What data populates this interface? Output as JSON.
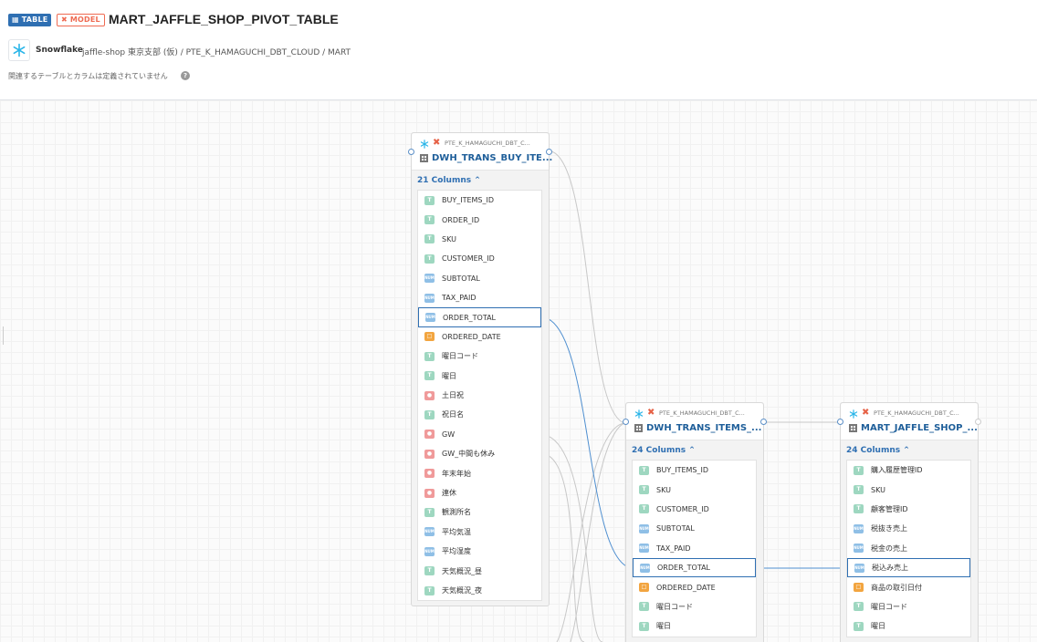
{
  "header": {
    "table_badge": "TABLE",
    "model_badge": "MODEL",
    "title": "MART_JAFFLE_SHOP_PIVOT_TABLE",
    "source_name": "Snowflake",
    "source_path": "jaffle-shop 東京支部 (仮) / PTE_K_HAMAGUCHI_DBT_CLOUD / MART",
    "description": "関連するテーブルとカラムは定義されていません",
    "help_icon": "?"
  },
  "nodes": [
    {
      "schema": "PTE_K_HAMAGUCHI_DBT_C...",
      "name": "DWH_TRANS_BUY_ITE...",
      "columns_label": "21 Columns",
      "columns": [
        {
          "name": "BUY_ITEMS_ID",
          "type": "t",
          "type_label": "T"
        },
        {
          "name": "ORDER_ID",
          "type": "t",
          "type_label": "T"
        },
        {
          "name": "SKU",
          "type": "t",
          "type_label": "T"
        },
        {
          "name": "CUSTOMER_ID",
          "type": "t",
          "type_label": "T"
        },
        {
          "name": "SUBTOTAL",
          "type": "n",
          "type_label": "NUM"
        },
        {
          "name": "TAX_PAID",
          "type": "n",
          "type_label": "NUM"
        },
        {
          "name": "ORDER_TOTAL",
          "type": "n",
          "type_label": "NUM",
          "selected": true
        },
        {
          "name": "ORDERED_DATE",
          "type": "d",
          "type_label": "□"
        },
        {
          "name": "曜日コード",
          "type": "t",
          "type_label": "T"
        },
        {
          "name": "曜日",
          "type": "t",
          "type_label": "T"
        },
        {
          "name": "土日祝",
          "type": "b",
          "type_label": "●"
        },
        {
          "name": "祝日名",
          "type": "t",
          "type_label": "T"
        },
        {
          "name": "GW",
          "type": "b",
          "type_label": "●"
        },
        {
          "name": "GW_中間も休み",
          "type": "b",
          "type_label": "●"
        },
        {
          "name": "年末年始",
          "type": "b",
          "type_label": "●"
        },
        {
          "name": "連休",
          "type": "b",
          "type_label": "●"
        },
        {
          "name": "観測所名",
          "type": "t",
          "type_label": "T"
        },
        {
          "name": "平均気温",
          "type": "n",
          "type_label": "NUM"
        },
        {
          "name": "平均湿度",
          "type": "n",
          "type_label": "NUM"
        },
        {
          "name": "天気概況_昼",
          "type": "t",
          "type_label": "T"
        },
        {
          "name": "天気概況_夜",
          "type": "t",
          "type_label": "T"
        }
      ]
    },
    {
      "schema": "PTE_K_HAMAGUCHI_DBT_C...",
      "name": "DWH_TRANS_ITEMS_...",
      "columns_label": "24 Columns",
      "columns": [
        {
          "name": "BUY_ITEMS_ID",
          "type": "t",
          "type_label": "T"
        },
        {
          "name": "SKU",
          "type": "t",
          "type_label": "T"
        },
        {
          "name": "CUSTOMER_ID",
          "type": "t",
          "type_label": "T"
        },
        {
          "name": "SUBTOTAL",
          "type": "n",
          "type_label": "NUM"
        },
        {
          "name": "TAX_PAID",
          "type": "n",
          "type_label": "NUM"
        },
        {
          "name": "ORDER_TOTAL",
          "type": "n",
          "type_label": "NUM",
          "selected": true
        },
        {
          "name": "ORDERED_DATE",
          "type": "d",
          "type_label": "□"
        },
        {
          "name": "曜日コード",
          "type": "t",
          "type_label": "T"
        },
        {
          "name": "曜日",
          "type": "t",
          "type_label": "T"
        }
      ]
    },
    {
      "schema": "PTE_K_HAMAGUCHI_DBT_C...",
      "name": "MART_JAFFLE_SHOP_...",
      "columns_label": "24 Columns",
      "columns": [
        {
          "name": "購入履歴管理ID",
          "type": "t",
          "type_label": "T"
        },
        {
          "name": "SKU",
          "type": "t",
          "type_label": "T"
        },
        {
          "name": "顧客管理ID",
          "type": "t",
          "type_label": "T"
        },
        {
          "name": "税抜き売上",
          "type": "n",
          "type_label": "NUM"
        },
        {
          "name": "税金の売上",
          "type": "n",
          "type_label": "NUM"
        },
        {
          "name": "税込み売上",
          "type": "n",
          "type_label": "NUM",
          "selected": true
        },
        {
          "name": "商品の取引日付",
          "type": "d",
          "type_label": "□"
        },
        {
          "name": "曜日コード",
          "type": "t",
          "type_label": "T"
        },
        {
          "name": "曜日",
          "type": "t",
          "type_label": "T"
        }
      ]
    }
  ]
}
